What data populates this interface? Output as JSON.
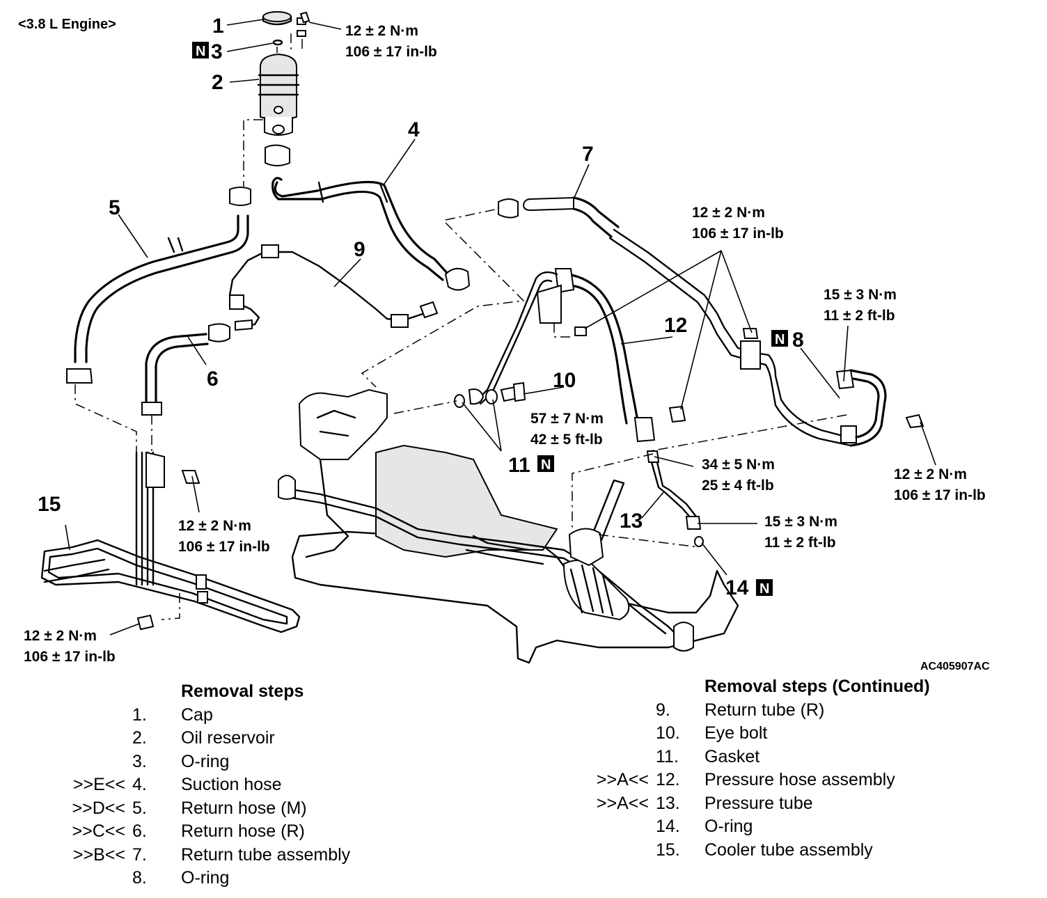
{
  "header": {
    "engine": "<3.8 L Engine>"
  },
  "figure_code": "AC405907AC",
  "callouts": {
    "n1": "1",
    "n2": "2",
    "n3": "3",
    "n4": "4",
    "n5": "5",
    "n6": "6",
    "n7": "7",
    "n8": "8",
    "n9": "9",
    "n10": "10",
    "n11": "11",
    "n12": "12",
    "n13": "13",
    "n14": "14",
    "n15": "15",
    "nmark": "N"
  },
  "torques": {
    "t_cap_nm": "12 ± 2 N·m",
    "t_cap_inlb": "106 ± 17 in-lb",
    "t_mid_nm": "12 ± 2 N·m",
    "t_mid_inlb": "106 ± 17 in-lb",
    "t_8_nm": "15 ± 3 N·m",
    "t_8_ftlb": "11 ± 2 ft-lb",
    "t_10_nm": "57 ± 7 N·m",
    "t_10_ftlb": "42 ± 5 ft-lb",
    "t_13_nm": "34 ± 5 N·m",
    "t_13_ftlb": "25 ± 4 ft-lb",
    "t_right_nm": "12 ± 2 N·m",
    "t_right_inlb": "106 ± 17 in-lb",
    "t_left_nm": "12 ± 2 N·m",
    "t_left_inlb": "106 ± 17 in-lb",
    "t_14_nm": "15 ± 3 N·m",
    "t_14_ftlb": "11 ± 2 ft-lb",
    "t_15_nm": "12 ± 2 N·m",
    "t_15_inlb": "106 ± 17 in-lb"
  },
  "removal_steps": {
    "title": "Removal steps",
    "items": [
      {
        "mark": "",
        "num": "1.",
        "text": "Cap"
      },
      {
        "mark": "",
        "num": "2.",
        "text": "Oil reservoir"
      },
      {
        "mark": "",
        "num": "3.",
        "text": "O-ring"
      },
      {
        "mark": ">>E<<",
        "num": "4.",
        "text": "Suction hose"
      },
      {
        "mark": ">>D<<",
        "num": "5.",
        "text": "Return hose (M)"
      },
      {
        "mark": ">>C<<",
        "num": "6.",
        "text": "Return hose (R)"
      },
      {
        "mark": ">>B<<",
        "num": "7.",
        "text": "Return tube assembly"
      },
      {
        "mark": "",
        "num": "8.",
        "text": "O-ring"
      }
    ]
  },
  "removal_steps_continued": {
    "title": "Removal steps (Continued)",
    "items": [
      {
        "mark": "",
        "num": "9.",
        "text": "Return tube (R)"
      },
      {
        "mark": "",
        "num": "10.",
        "text": "Eye bolt"
      },
      {
        "mark": "",
        "num": "11.",
        "text": "Gasket"
      },
      {
        "mark": ">>A<<",
        "num": "12.",
        "text": "Pressure hose assembly"
      },
      {
        "mark": ">>A<<",
        "num": "13.",
        "text": "Pressure tube"
      },
      {
        "mark": "",
        "num": "14.",
        "text": "O-ring"
      },
      {
        "mark": "",
        "num": "15.",
        "text": "Cooler tube assembly"
      }
    ]
  }
}
